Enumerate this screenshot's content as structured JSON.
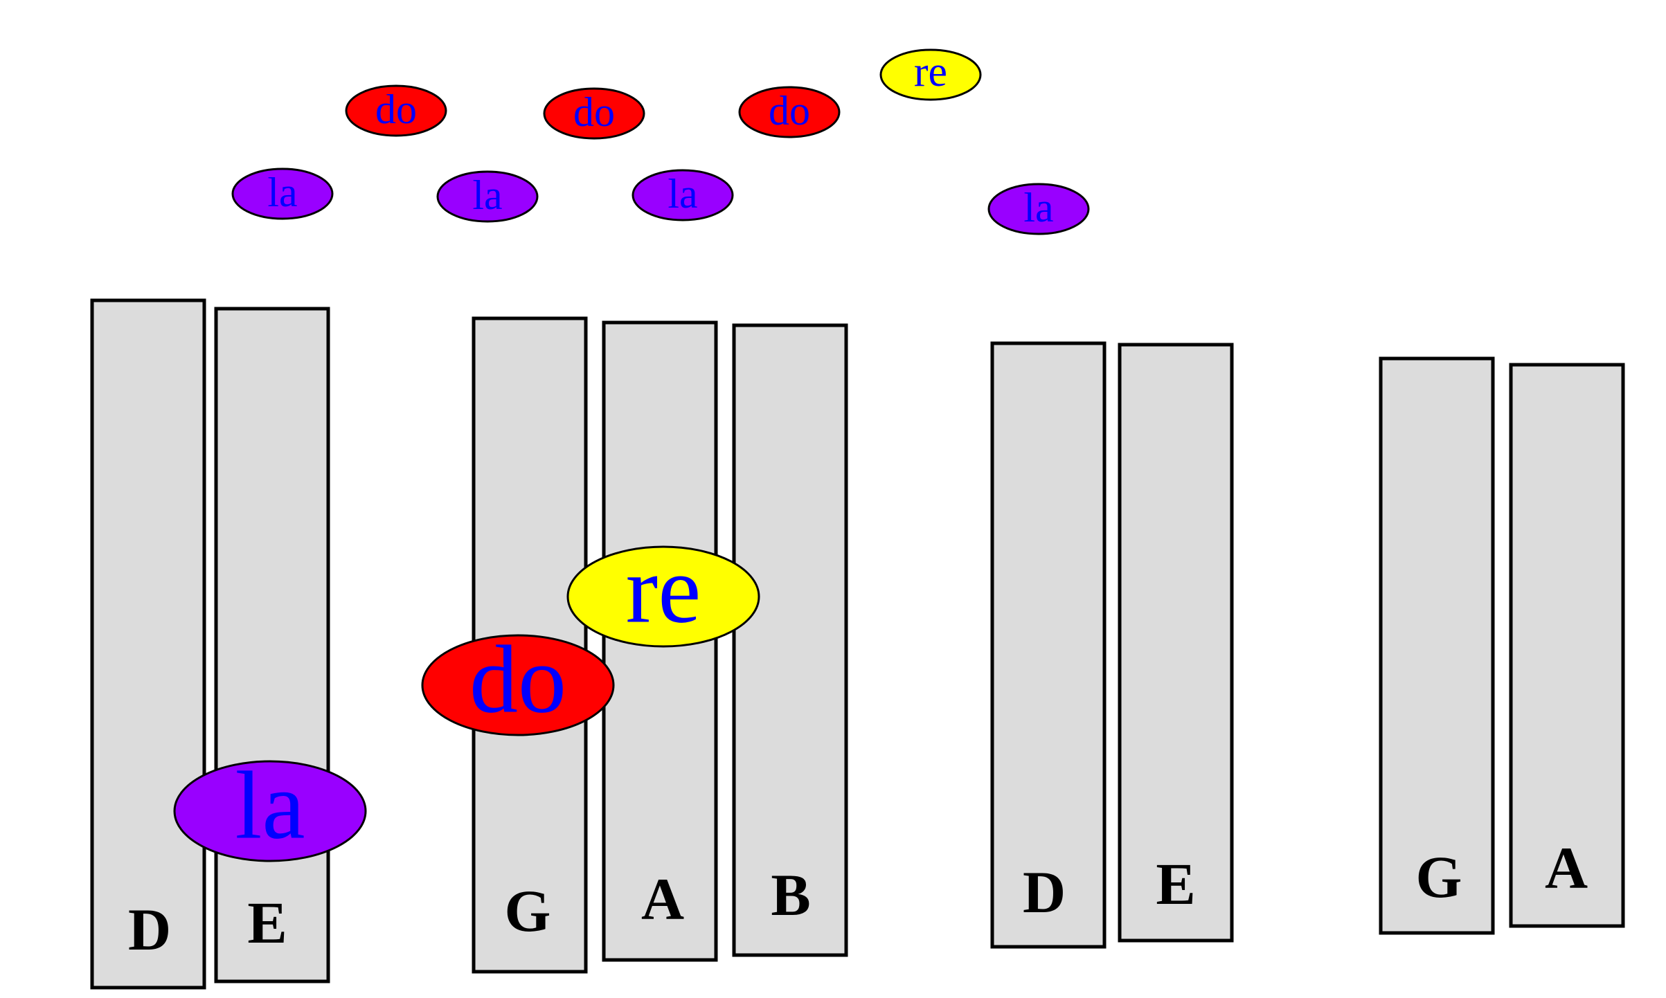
{
  "colors": {
    "bar_fill": "#dcdcdc",
    "bar_stroke": "#000000",
    "note_text": "#0000ff",
    "do": "#ff0000",
    "re": "#ffff00",
    "la": "#9900ff"
  },
  "bars": [
    {
      "note": "D",
      "group": 1
    },
    {
      "note": "E",
      "group": 1
    },
    {
      "note": "G",
      "group": 2
    },
    {
      "note": "A",
      "group": 2
    },
    {
      "note": "B",
      "group": 2
    },
    {
      "note": "D",
      "group": 3
    },
    {
      "note": "E",
      "group": 3
    },
    {
      "note": "G",
      "group": 4
    },
    {
      "note": "A",
      "group": 4
    }
  ],
  "notes": [
    {
      "syllable": "do",
      "color": "#ff0000",
      "size": "small"
    },
    {
      "syllable": "do",
      "color": "#ff0000",
      "size": "small"
    },
    {
      "syllable": "do",
      "color": "#ff0000",
      "size": "small"
    },
    {
      "syllable": "re",
      "color": "#ffff00",
      "size": "small"
    },
    {
      "syllable": "la",
      "color": "#9900ff",
      "size": "small"
    },
    {
      "syllable": "la",
      "color": "#9900ff",
      "size": "small"
    },
    {
      "syllable": "la",
      "color": "#9900ff",
      "size": "small"
    },
    {
      "syllable": "la",
      "color": "#9900ff",
      "size": "small"
    },
    {
      "syllable": "la",
      "color": "#9900ff",
      "size": "large"
    },
    {
      "syllable": "do",
      "color": "#ff0000",
      "size": "large"
    },
    {
      "syllable": "re",
      "color": "#ffff00",
      "size": "large"
    }
  ]
}
